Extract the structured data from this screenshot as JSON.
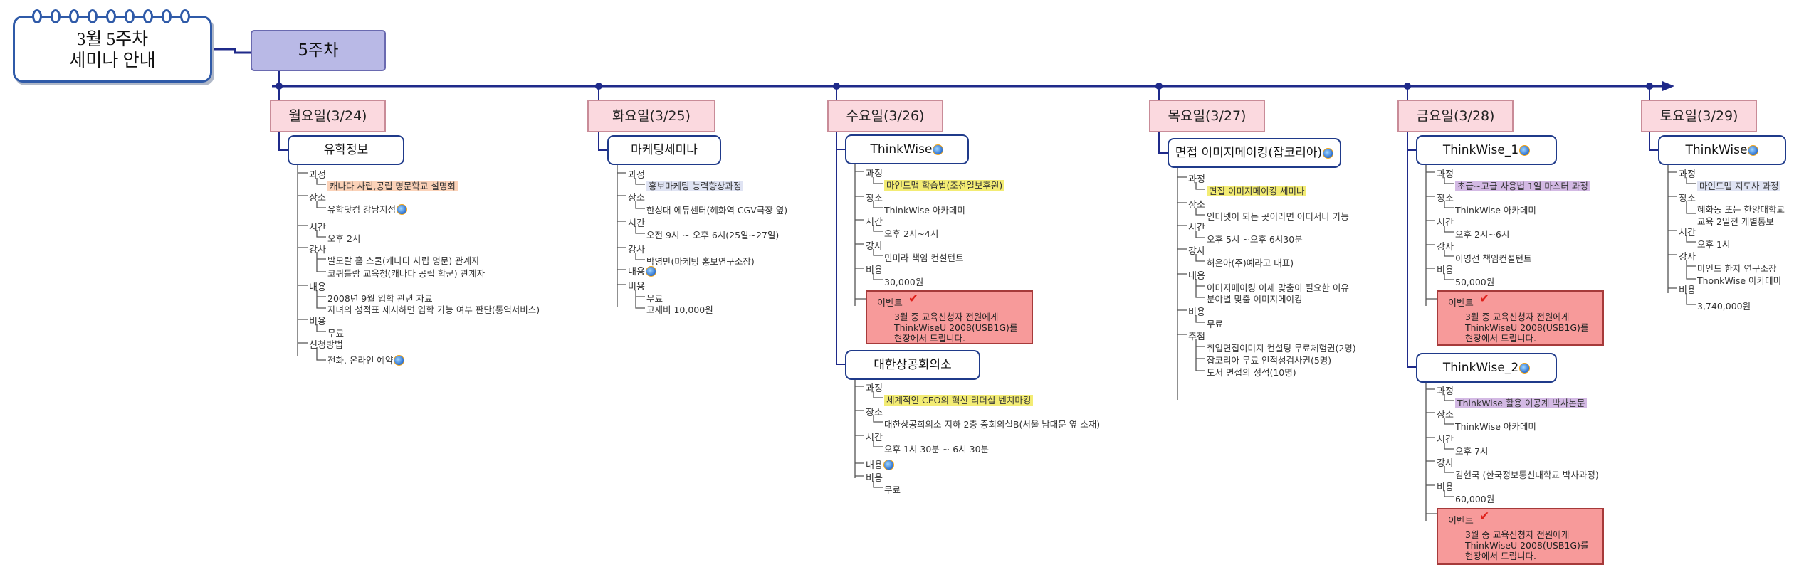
{
  "title": {
    "line1": "3월 5주차",
    "line2": "세미나 안내"
  },
  "week": "5주차",
  "colors": {
    "timeline": "#1f2a8a",
    "day_fill": "#fbd9df",
    "week_fill": "#b9b9e6",
    "event_fill": "#f79a9a"
  },
  "days": [
    {
      "label": "월요일(3/24)"
    },
    {
      "label": "화요일(3/25)"
    },
    {
      "label": "수요일(3/26)"
    },
    {
      "label": "목요일(3/27)"
    },
    {
      "label": "금요일(3/28)"
    },
    {
      "label": "토요일(3/29)"
    }
  ],
  "mon": {
    "topic": "유학정보",
    "course_label": "과정",
    "course": "캐나다 사립,공립 명문학교 설명회",
    "place_label": "장소",
    "place": "유학닷컴 강남지점",
    "time_label": "시간",
    "time": "오후 2시",
    "lecturer_label": "강사",
    "lecturer1": "발모랄 홀 스쿨(캐나다 사립 명문) 관계자",
    "lecturer2": "코퀴틀람 교육청(캐나다 공립 학군) 관계자",
    "content_label": "내용",
    "content1": "2008년 9월 입학 관련 자료",
    "content2": "자녀의 성적표 제시하면 입학 가능 여부 판단(통역서비스)",
    "cost_label": "비용",
    "cost": "무료",
    "apply_label": "신청방법",
    "apply": "전화, 온라인 예약"
  },
  "tue": {
    "topic": "마케팅세미나",
    "course_label": "과정",
    "course": "홍보마케팅 능력향상과정",
    "place_label": "장소",
    "place": "한성대 에듀센터(혜화역 CGV극장 옆)",
    "time_label": "시간",
    "time": "오전 9시 ~ 오후 6시(25일~27일)",
    "lecturer_label": "강사",
    "lecturer": "박영만(마케팅 홍보연구소장)",
    "content_label": "내용",
    "cost_label": "비용",
    "cost1": "무료",
    "cost2": "교재비 10,000원"
  },
  "wed1": {
    "topic": "ThinkWise",
    "course_label": "과정",
    "course": "마인드맵 학습법(조선일보후원)",
    "place_label": "장소",
    "place": "ThinkWise 아카데미",
    "time_label": "시간",
    "time": "오후 2시~4시",
    "lecturer_label": "강사",
    "lecturer": "민미라 책임 컨설턴트",
    "cost_label": "비용",
    "cost": "30,000원",
    "event_label": "이벤트",
    "event": "3월 중 교육신청자 전원에게\nThinkWiseU 2008(USB1G)를\n현장에서 드립니다."
  },
  "wed2": {
    "topic": "대한상공회의소",
    "course_label": "과정",
    "course": "세계적인 CEO의 혁신 리더십 벤치마킹",
    "place_label": "장소",
    "place": "대한상공회의소 지하 2층 중회의실B(서울 남대문 옆 소재)",
    "time_label": "시간",
    "time": "오후 1시 30분 ~ 6시 30분",
    "content_label": "내용",
    "cost_label": "비용",
    "cost": "무료"
  },
  "thu": {
    "topic": "면접 이미지메이킹(잡코리아)",
    "course_label": "과정",
    "course": "면접 이미지메이킹 세미나",
    "place_label": "장소",
    "place": "인터넷이 되는 곳이라면 어디서나 가능",
    "time_label": "시간",
    "time": "오후 5시 ~오후 6시30분",
    "lecturer_label": "강사",
    "lecturer": "허은아(주)예라고 대표)",
    "content_label": "내용",
    "content1": "이미지메이킹 이제 맞춤이 필요한 이유",
    "content2": "분야별 맞춤 이미지메이킹",
    "cost_label": "비용",
    "cost": "무료",
    "prize_label": "추첨",
    "prize1": "취업면접이미지 컨설팅 무료체험권(2명)",
    "prize2": "잡코리아 무료 인적성검사권(5명)",
    "prize3": "도서 면접의 정석(10명)"
  },
  "fri1": {
    "topic": "ThinkWise_1",
    "course_label": "과정",
    "course": "초급~고급 사용법 1일 마스터 과정",
    "place_label": "장소",
    "place": "ThinkWise 아카데미",
    "time_label": "시간",
    "time": "오후 2시~6시",
    "lecturer_label": "강사",
    "lecturer": "이영선 책임컨설턴트",
    "cost_label": "비용",
    "cost": "50,000원",
    "event_label": "이벤트",
    "event": "3월 중 교육신청자 전원에게\nThinkWiseU 2008(USB1G)를\n현장에서 드립니다."
  },
  "fri2": {
    "topic": "ThinkWise_2",
    "course_label": "과정",
    "course": "ThinkWise 활용 이공계 박사논문",
    "place_label": "장소",
    "place": "ThinkWise 아카데미",
    "time_label": "시간",
    "time": "오후 7시",
    "lecturer_label": "강사",
    "lecturer": "김현국 (한국정보통신대학교 박사과정)",
    "cost_label": "비용",
    "cost": "60,000원",
    "event_label": "이벤트",
    "event": "3월 중 교육신청자 전원에게\nThinkWiseU 2008(USB1G)를\n현장에서 드립니다."
  },
  "sat": {
    "topic": "ThinkWise",
    "course_label": "과정",
    "course": "마인드맵 지도사 과정",
    "place_label": "장소",
    "place1": "혜화동 또는 한양대학교",
    "place2": "교육 2일전 개별통보",
    "time_label": "시간",
    "time": "오후 1시",
    "lecturer_label": "강사",
    "lecturer1": "마인드 한자 연구소장",
    "lecturer2": "ThonkWise 아카데미",
    "cost_label": "비용",
    "cost": "3,740,000원"
  }
}
